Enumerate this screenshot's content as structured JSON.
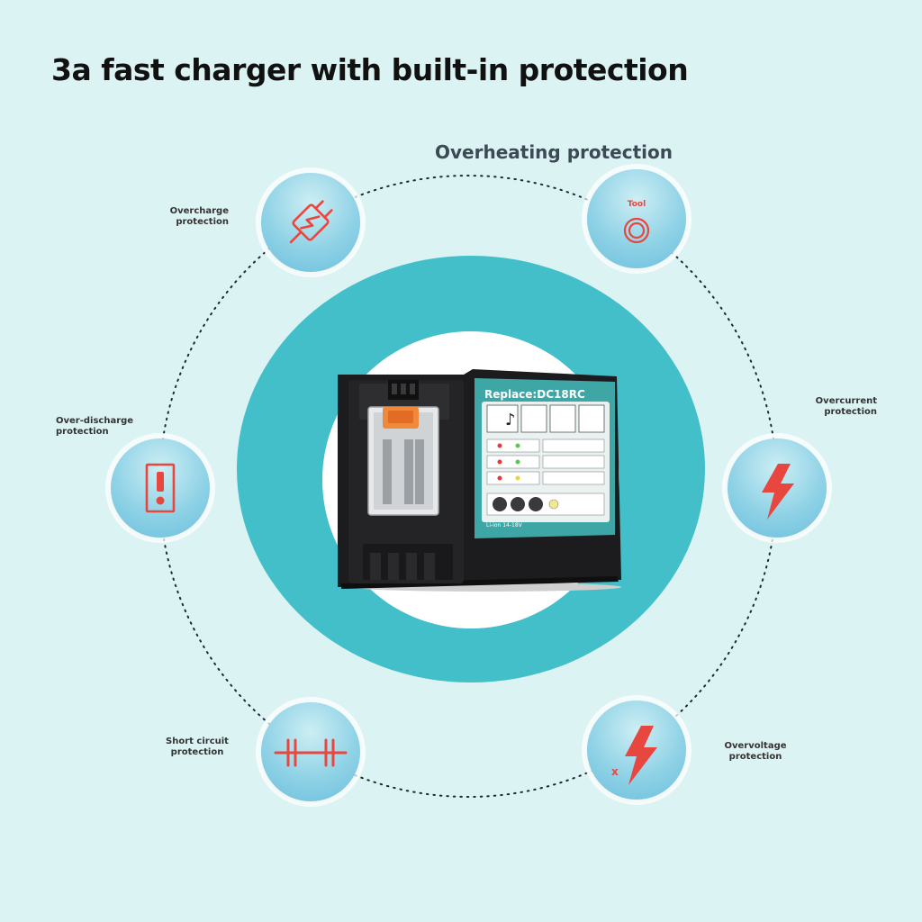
{
  "headline": "3a fast charger with built-in protection",
  "features": {
    "overheating": {
      "caption": "Overheating protection",
      "icon_text": "Tool",
      "icon": "thermal-coil-icon"
    },
    "overcharge": {
      "line1": "Overcharge",
      "line2": "protection",
      "icon": "plug-lightning-icon"
    },
    "overcurrent": {
      "line1": "Overcurrent",
      "line2": "protection",
      "icon": "lightning-bolt-icon"
    },
    "overdischarge": {
      "line1": "Over-discharge",
      "line2": "protection",
      "icon": "exclamation-icon"
    },
    "shortcircuit": {
      "line1": "Short circuit",
      "line2": "protection",
      "icon": "circuit-capacitor-icon"
    },
    "overvoltage": {
      "line1": "Overvoltage",
      "line2": "protection",
      "icon": "lightning-x-icon",
      "mark": "x"
    }
  },
  "charger": {
    "panel_title": "Replace:DC18RC",
    "panel_footer": "Li-ion 14-18V"
  },
  "colors": {
    "background": "#dcf3f4",
    "ring": "#43bfca",
    "icon_red": "#e8473f",
    "panel_teal": "#3ea7a6"
  }
}
